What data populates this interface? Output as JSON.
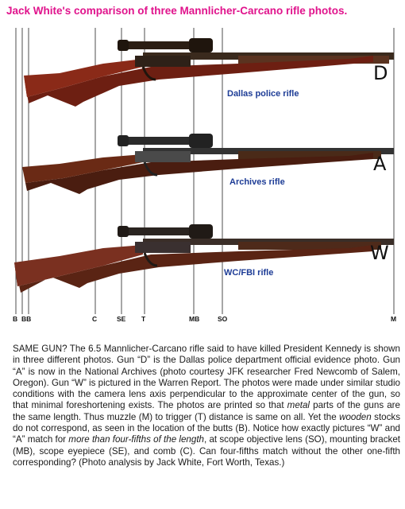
{
  "title": "Jack White's comparison of three Mannlicher-Carcano rifle photos.",
  "rifles": [
    {
      "letter": "D",
      "caption": "Dallas police rifle"
    },
    {
      "letter": "A",
      "caption": "Archives rifle"
    },
    {
      "letter": "W",
      "caption": "WC/FBI rifle"
    }
  ],
  "ticks": [
    "B",
    "BB",
    "C",
    "SE",
    "T",
    "MB",
    "SO",
    "M"
  ],
  "caption": {
    "p1": "SAME GUN? The 6.5 Mannlicher-Carcano rifle said to have killed President Kennedy is shown in three different photos. Gun “D” is the Dallas police department official evidence photo. Gun “A” is now in the National Archives (photo courtesy JFK researcher Fred Newcomb of Salem, Oregon). Gun “W” is pictured in the Warren Report. The photos were made under similar studio conditions with the camera lens axis perpendicular to the approximate center of the gun, so that minimal foreshortening exists. The photos are printed so that ",
    "em1": "metal",
    "p2": " parts of the guns are the same length. Thus muzzle (M) to trigger (T) distance is same on all. Yet the ",
    "em2": "wooden",
    "p3": " stocks do not correspond, as seen in the location of the butts (B). Notice how exactly pictures “W” and “A” match for ",
    "em3": "more than four-fifths of the length",
    "p4": ", at scope objective lens (SO), mounting bracket (MB), scope eyepiece (SE), and comb (C). Can four-fifths match without the other one-fifth corresponding? (Photo analysis by Jack White, Fort Worth, Texas.)"
  }
}
